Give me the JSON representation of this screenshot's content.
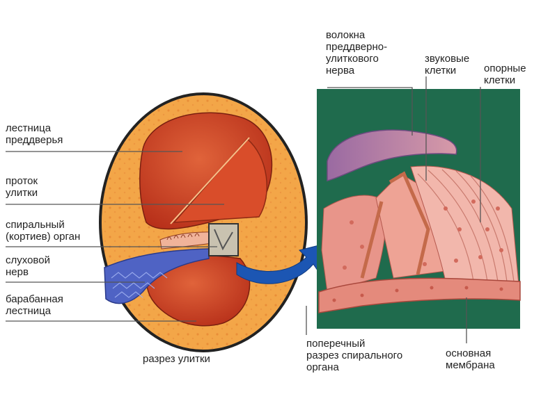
{
  "colors": {
    "bone": "#f3a648",
    "bone_dots": "#e07a2a",
    "outline": "#222222",
    "cochlea_inner": "#c7361e",
    "cochlea_mid": "#d9572c",
    "nerve": "#5566c8",
    "panel_bg": "#1f6b4d",
    "tissue": "#e8958a",
    "tissue_light": "#f2b7ac",
    "tectorial": "#b07aa8",
    "arrow": "#1c56b3",
    "leader": "#555555"
  },
  "labels": {
    "scala_vestibuli": [
      "лестница",
      "преддверья"
    ],
    "cochlear_duct": [
      "проток",
      "улитки"
    ],
    "organ_of_corti": [
      "спиральный",
      "(кортиев) орган"
    ],
    "auditory_nerve": [
      "слуховой",
      "нерв"
    ],
    "scala_tympani": [
      "барабанная",
      "лестница"
    ],
    "cochlea_section": [
      "разрез улитки"
    ],
    "nerve_fibers": [
      "волокна",
      "преддверно-",
      "улиткового",
      "нерва"
    ],
    "sound_cells": [
      "звуковые",
      "клетки"
    ],
    "support_cells": [
      "опорные",
      "клетки"
    ],
    "cross_section": [
      "поперечный",
      "разрез спирального",
      "органа"
    ],
    "basilar_membrane": [
      "основная",
      "мембрана"
    ]
  }
}
